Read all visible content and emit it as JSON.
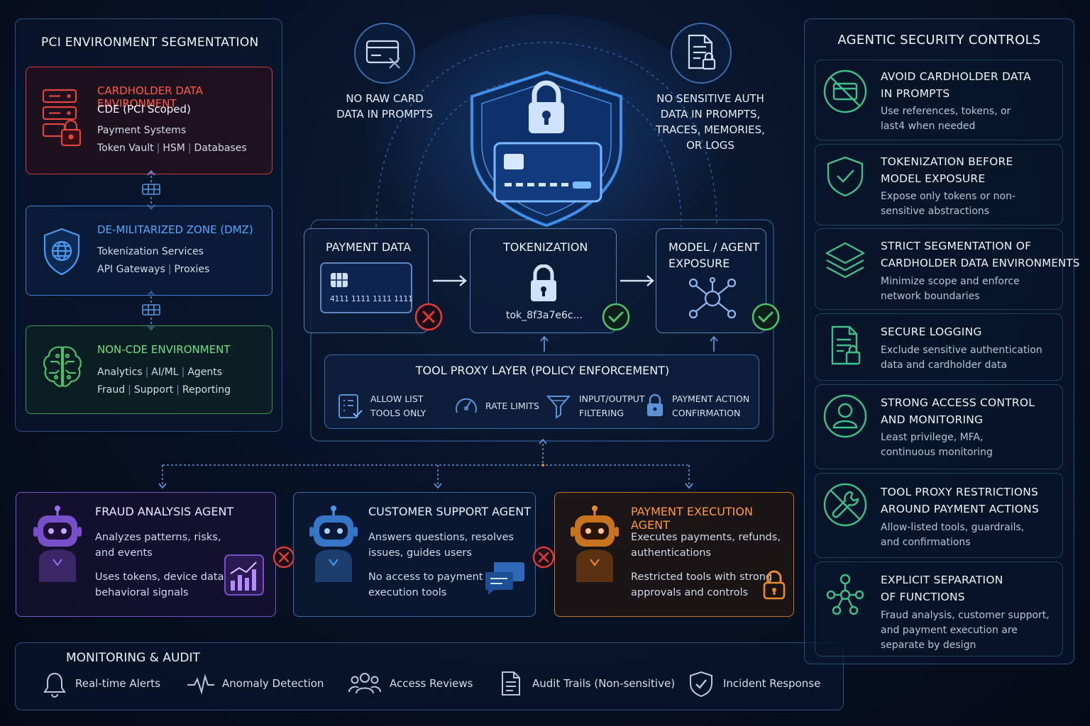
{
  "left": {
    "title": "PCI ENVIRONMENT SEGMENTATION",
    "cde": {
      "title": "CARDHOLDER DATA ENVIRONMENT",
      "subtitle": "CDE (PCI Scoped)",
      "line1": "Payment Systems",
      "line2_a": "Token Vault",
      "line2_b": "HSM",
      "line2_c": "Databases"
    },
    "dmz": {
      "title": "DE-MILITARIZED ZONE (DMZ)",
      "line1": "Tokenization Services",
      "line2_a": "API Gateways",
      "line2_b": "Proxies"
    },
    "noncde": {
      "title": "NON-CDE ENVIRONMENT",
      "line1_a": "Analytics",
      "line1_b": "AI/ML",
      "line1_c": "Agents",
      "line2_a": "Fraud",
      "line2_b": "Support",
      "line2_c": "Reporting"
    },
    "separator": "|"
  },
  "top": {
    "no_raw_l1": "NO RAW CARD",
    "no_raw_l2": "DATA IN PROMPTS",
    "no_auth_l1": "NO SENSITIVE AUTH",
    "no_auth_l2": "DATA IN PROMPTS,",
    "no_auth_l3": "TRACES, MEMORIES,",
    "no_auth_l4": "OR LOGS"
  },
  "flow": {
    "payment": {
      "title": "PAYMENT DATA",
      "card_number": "4111 1111 1111 1111"
    },
    "tokenization": {
      "title": "TOKENIZATION",
      "token": "tok_8f3a7e6c..."
    },
    "model": {
      "title_l1": "MODEL / AGENT",
      "title_l2": "EXPOSURE"
    }
  },
  "proxy": {
    "title": "TOOL PROXY LAYER (POLICY ENFORCEMENT)",
    "allow_l1": "ALLOW LIST",
    "allow_l2": "TOOLS ONLY",
    "rate": "RATE LIMITS",
    "io_l1": "INPUT/OUTPUT",
    "io_l2": "FILTERING",
    "pay_l1": "PAYMENT ACTION",
    "pay_l2": "CONFIRMATION"
  },
  "agents": {
    "fraud": {
      "title": "FRAUD ANALYSIS AGENT",
      "d1": "Analyzes patterns, risks,",
      "d2": "and events",
      "d3": "Uses tokens, device data,",
      "d4": "behavioral signals"
    },
    "support": {
      "title": "CUSTOMER SUPPORT AGENT",
      "d1": "Answers questions, resolves",
      "d2": "issues, guides users",
      "d3": "No access to payment",
      "d4": "execution tools"
    },
    "payment": {
      "title": "PAYMENT EXECUTION AGENT",
      "d1": "Executes payments, refunds,",
      "d2": "authentications",
      "d3": "Restricted tools with strong",
      "d4": "approvals and controls"
    }
  },
  "monitoring": {
    "title": "MONITORING & AUDIT",
    "alerts": "Real-time Alerts",
    "anomaly": "Anomaly Detection",
    "access": "Access Reviews",
    "audit": "Audit Trails (Non-sensitive)",
    "incident": "Incident Response"
  },
  "controls": {
    "title": "AGENTIC SECURITY CONTROLS",
    "items": [
      {
        "t1": "AVOID CARDHOLDER DATA",
        "t2": "IN PROMPTS",
        "d1": "Use references, tokens, or",
        "d2": "last4 when needed",
        "d3": ""
      },
      {
        "t1": "TOKENIZATION BEFORE",
        "t2": "MODEL EXPOSURE",
        "d1": "Expose only tokens or non-",
        "d2": "sensitive abstractions",
        "d3": ""
      },
      {
        "t1": "STRICT SEGMENTATION OF",
        "t2": "CARDHOLDER DATA ENVIRONMENTS",
        "d1": "Minimize scope and enforce",
        "d2": "network boundaries",
        "d3": ""
      },
      {
        "t1": "SECURE LOGGING",
        "t2": "",
        "d1": "Exclude sensitive authentication",
        "d2": "data and cardholder data",
        "d3": ""
      },
      {
        "t1": "STRONG ACCESS CONTROL",
        "t2": "AND MONITORING",
        "d1": "Least privilege, MFA,",
        "d2": "continuous monitoring",
        "d3": ""
      },
      {
        "t1": "TOOL PROXY RESTRICTIONS",
        "t2": "AROUND PAYMENT ACTIONS",
        "d1": "Allow-listed tools, guardrails,",
        "d2": "and confirmations",
        "d3": ""
      },
      {
        "t1": "EXPLICIT SEPARATION",
        "t2": "OF FUNCTIONS",
        "d1": "Fraud analysis, customer support,",
        "d2": "and payment execution are",
        "d3": "separate by design"
      }
    ]
  },
  "colors": {
    "cde": "#e0453f",
    "dmz": "#3d8fe0",
    "noncde": "#4fc06a",
    "fraud": "#9a6cf0",
    "support": "#3d8fe0",
    "payment": "#e8892c",
    "ok": "#4fc06a",
    "bad": "#e03a3a"
  }
}
